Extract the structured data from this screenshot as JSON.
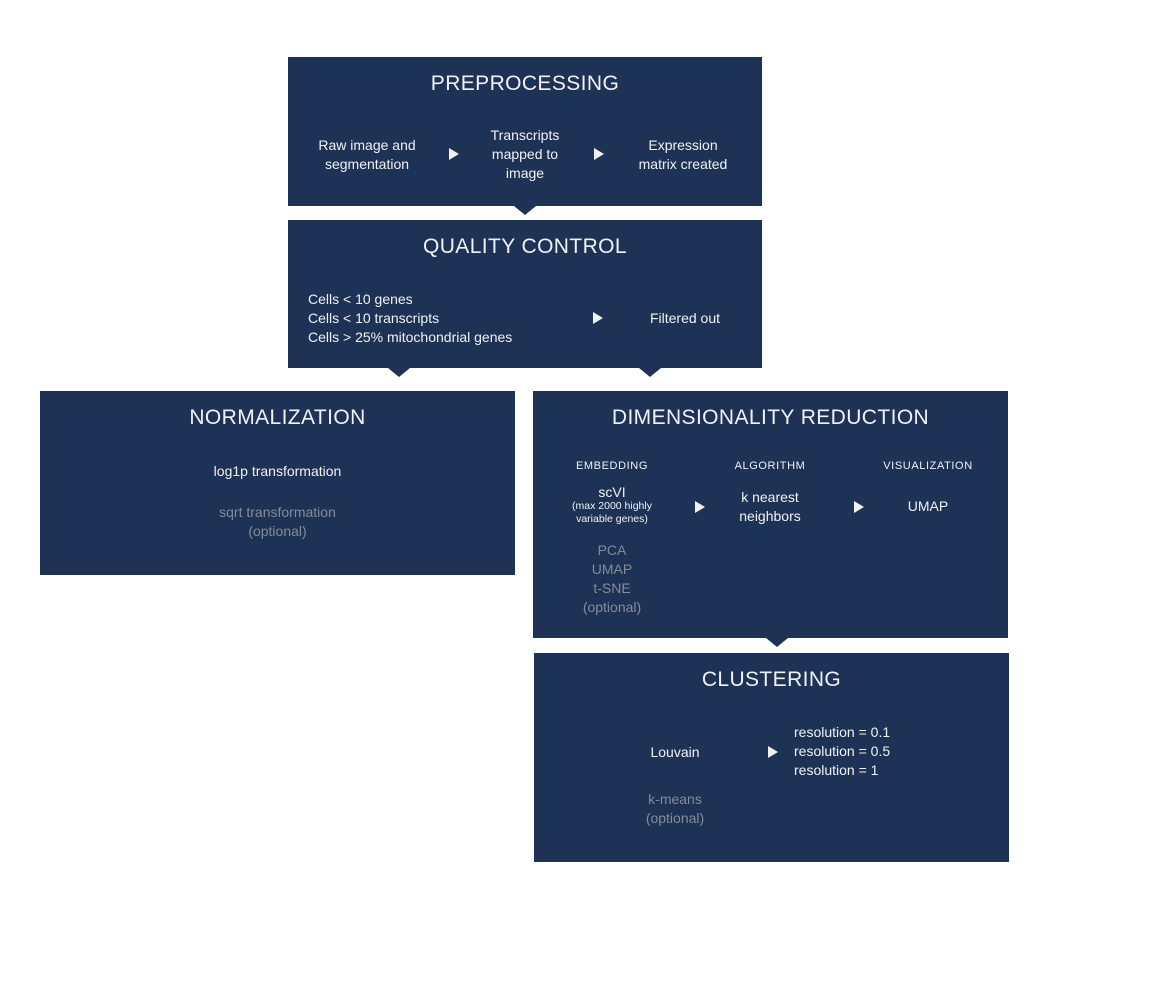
{
  "colors": {
    "canvas": "#ffffff",
    "box": "#1e3255",
    "text": "#f0f2f5",
    "muted": "#848b99"
  },
  "boxes": {
    "preprocessing": {
      "title": "PREPROCESSING",
      "steps": [
        "Raw image and segmentation",
        "Transcripts mapped to image",
        "Expression matrix created"
      ]
    },
    "quality_control": {
      "title": "QUALITY CONTROL",
      "criteria": [
        "Cells < 10 genes",
        "Cells < 10 transcripts",
        "Cells > 25% mitochondrial genes"
      ],
      "result": "Filtered out"
    },
    "normalization": {
      "title": "NORMALIZATION",
      "primary": "log1p transformation",
      "optional_label": "sqrt transformation",
      "optional_note": "(optional)"
    },
    "dimensionality_reduction": {
      "title": "DIMENSIONALITY REDUCTION",
      "embedding": {
        "header": "EMBEDDING",
        "primary": "scVI",
        "note_lines": [
          "(max 2000 highly",
          "variable genes)"
        ],
        "optional": [
          "PCA",
          "UMAP",
          "t-SNE",
          "(optional)"
        ]
      },
      "algorithm": {
        "header": "ALGORITHM",
        "primary": "k nearest neighbors"
      },
      "visualization": {
        "header": "VISUALIZATION",
        "primary": "UMAP"
      }
    },
    "clustering": {
      "title": "CLUSTERING",
      "primary": "Louvain",
      "resolutions": [
        "resolution = 0.1",
        "resolution = 0.5",
        "resolution = 1"
      ],
      "optional_label": "k-means",
      "optional_note": "(optional)"
    }
  }
}
